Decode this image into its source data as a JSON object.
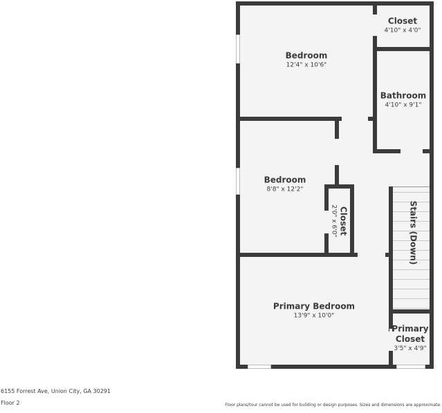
{
  "floorplan": {
    "rooms": [
      {
        "id": "bedroom-1",
        "name": "Bedroom",
        "dimensions": "12'4\" x 10'6\""
      },
      {
        "id": "closet-1",
        "name": "Closet",
        "dimensions": "4'10\" x 4'0\""
      },
      {
        "id": "bathroom",
        "name": "Bathroom",
        "dimensions": "4'10\" x 9'1\""
      },
      {
        "id": "bedroom-2",
        "name": "Bedroom",
        "dimensions": "8'8\" x 12'2\""
      },
      {
        "id": "closet-2",
        "name": "Closet",
        "dimensions": "2'0\" x 6'0\""
      },
      {
        "id": "stairs",
        "name": "Stairs (Down)",
        "dimensions": ""
      },
      {
        "id": "primary-bedroom",
        "name": "Primary Bedroom",
        "dimensions": "13'9\" x 10'0\""
      },
      {
        "id": "primary-closet",
        "name": "Primary Closet",
        "name_line1": "Primary",
        "name_line2": "Closet",
        "dimensions": "3'5\" x 4'9\""
      }
    ],
    "colors": {
      "wall": "#3b3b3b",
      "floor": "#f4f4f4",
      "window": "#ffffff",
      "stair_line": "#c8c8c8",
      "text": "#3b3b3b"
    }
  },
  "footer": {
    "address": "6155 Forrest Ave, Union City, GA 30291",
    "floor": "Floor 2",
    "disclaimer": "Floor plans/tour cannot be used for building or design purposes. Sizes and dimensions are approximate."
  }
}
